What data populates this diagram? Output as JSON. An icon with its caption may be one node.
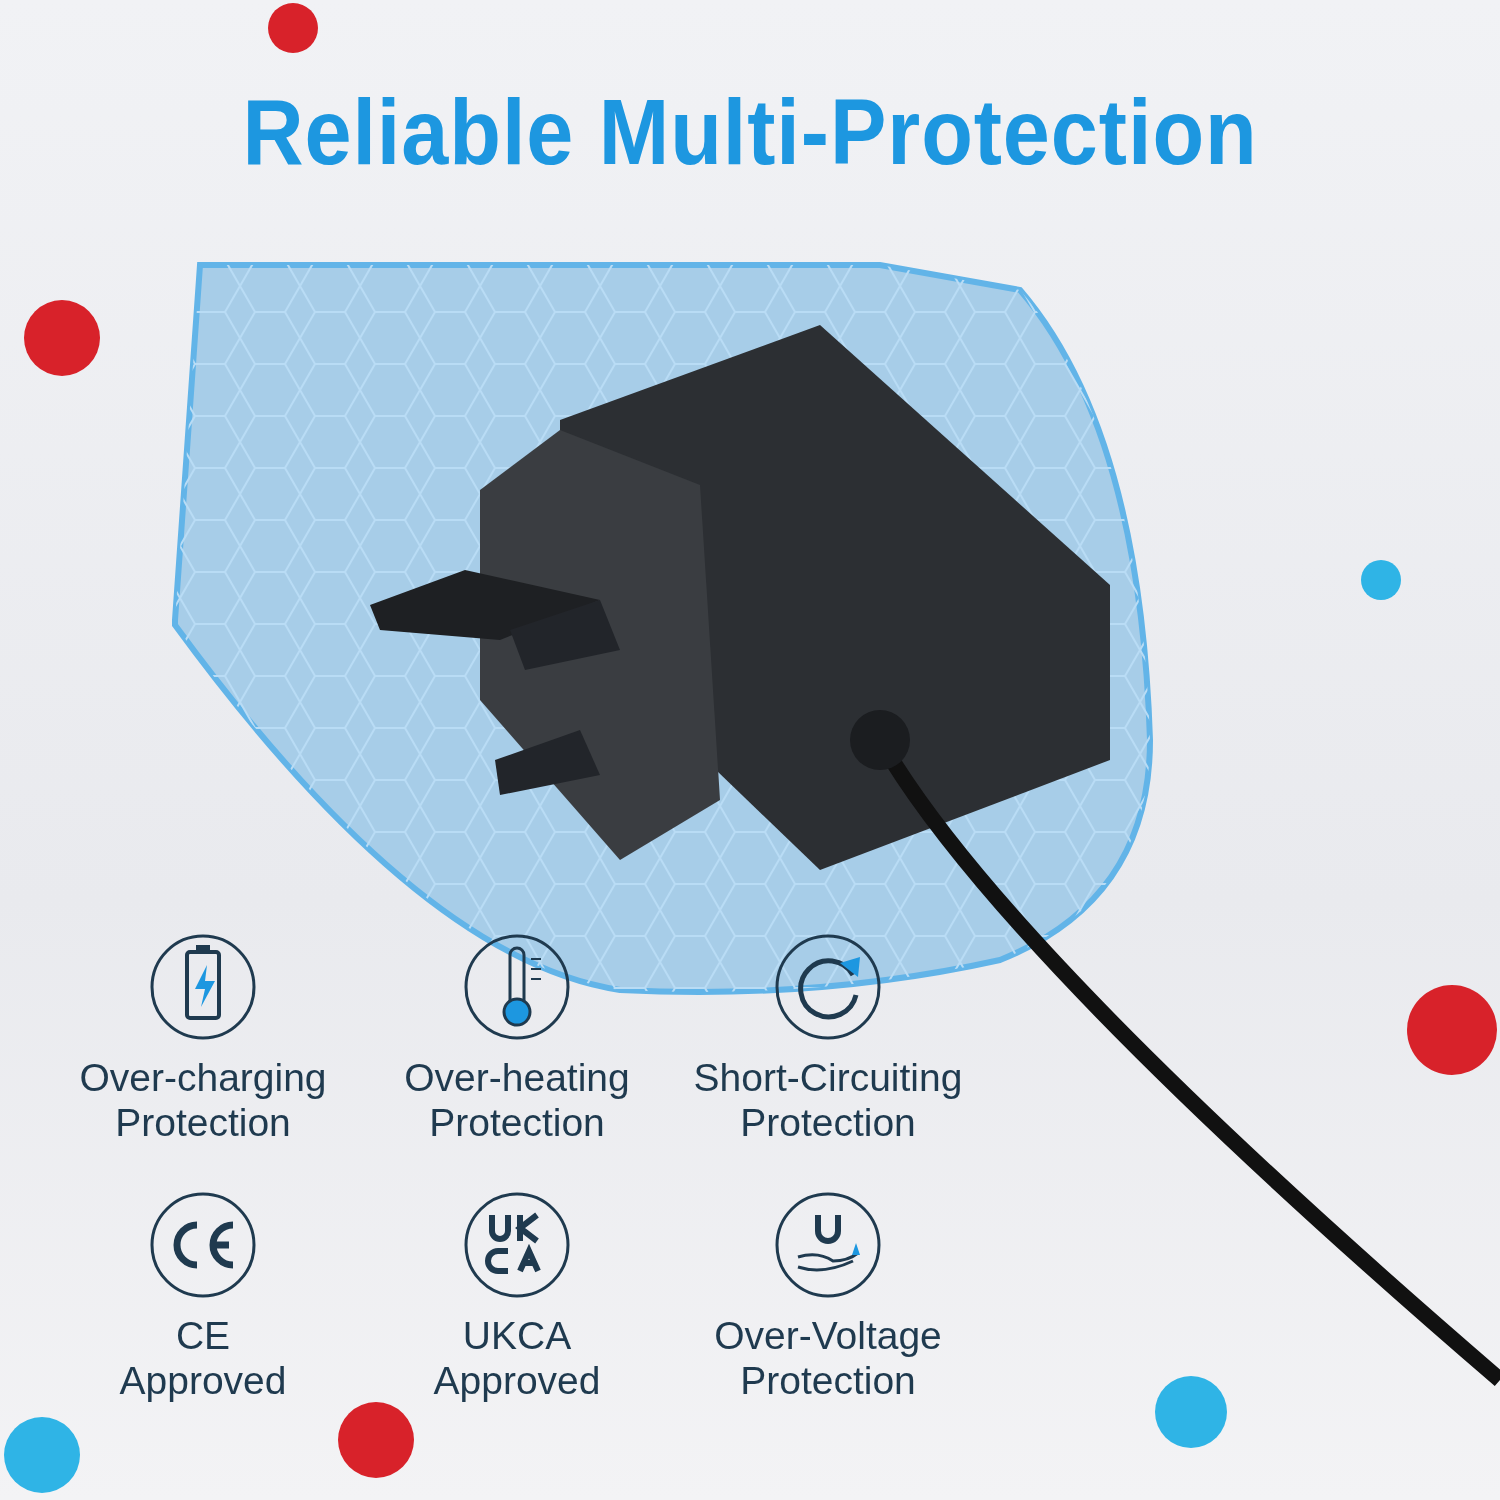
{
  "diagram": {
    "title": "Reliable Multi-Protection",
    "labels": [
      "Over-charging Protection",
      "Over-heating Protection",
      "Short-Circuiting Protection",
      "CE Approved",
      "UKCA Approved",
      "Over-Voltage Protection"
    ]
  }
}
